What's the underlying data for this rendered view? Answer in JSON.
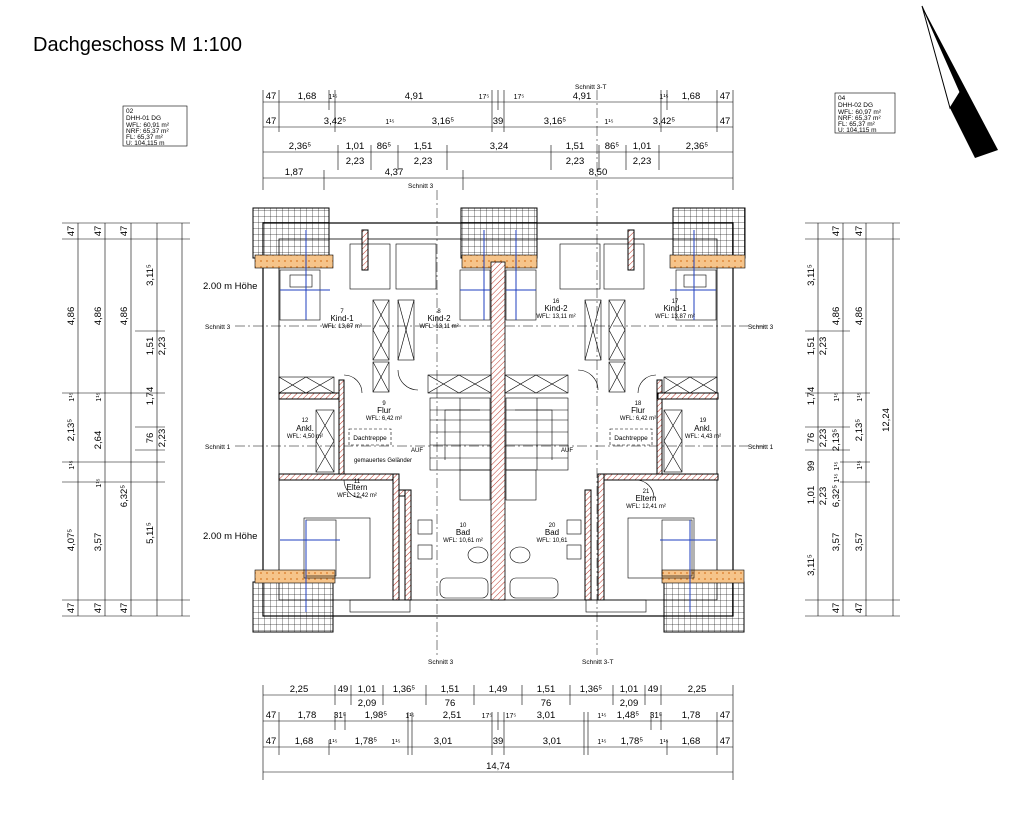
{
  "title": "Dachgeschoss M 1:100",
  "north": "N",
  "info_left": {
    "num": "02",
    "name": "DHH-01  DG",
    "wfl": "WFL: 60,91 m²",
    "nrf": "NRF: 65,37 m²",
    "fl": "FL: 65,37 m²",
    "u": "U: 104,115 m"
  },
  "info_right": {
    "num": "04",
    "name": "DHH-02  DG",
    "wfl": "WFL: 60,97 m²",
    "nrf": "NRF: 65,37 m²",
    "fl": "FL: 65,37 m²",
    "u": "U: 104,115 m"
  },
  "heights": {
    "upper": "2.00 m Höhe",
    "lower": "2.00 m Höhe"
  },
  "sections": {
    "top_right": "Schnitt 3-T",
    "top_left": "Schnitt 3",
    "left_upper": "Schnitt 3",
    "left_lower": "Schnitt 1",
    "right_upper": "Schnitt 3",
    "right_lower": "Schnitt 1",
    "bottom_left": "Schnitt 3",
    "bottom_right": "Schnitt 3-T"
  },
  "rooms": {
    "r7": {
      "num": "7",
      "name": "Kind-1",
      "area": "WFL: 13,87 m²"
    },
    "r8": {
      "num": "8",
      "name": "Kind-2",
      "area": "WFL: 13,11 m²"
    },
    "r16": {
      "num": "16",
      "name": "Kind-2",
      "area": "WFL: 13,11 m²"
    },
    "r17": {
      "num": "17",
      "name": "Kind-1",
      "area": "WFL: 13,87 m²"
    },
    "r9": {
      "num": "9",
      "name": "Flur",
      "area": "WFL: 6,42 m²"
    },
    "r18": {
      "num": "18",
      "name": "Flur",
      "area": "WFL: 6,42 m²"
    },
    "r12": {
      "num": "12",
      "name": "Ankl.",
      "area": "WFL: 4,50 m²"
    },
    "r19": {
      "num": "19",
      "name": "Ankl.",
      "area": "WFL: 4,43 m²"
    },
    "r11": {
      "num": "11",
      "name": "Eltern",
      "area": "WFL: 12,42 m²"
    },
    "r21": {
      "num": "21",
      "name": "Eltern",
      "area": "WFL: 12,41 m²"
    },
    "r10": {
      "num": "10",
      "name": "Bad",
      "area": "WFL: 10,61 m²"
    },
    "r20": {
      "num": "20",
      "name": "Bad",
      "area": "WFL: 10,61"
    }
  },
  "notes": {
    "dachtreppe_l": "Dachtreppe",
    "dachtreppe_r": "Dachtreppe",
    "gelaender": "gemauertes Geländer",
    "auf_l": "AUF",
    "auf_r": "AUF"
  },
  "dims_top": {
    "row1": [
      "47",
      "1,68",
      "1¹⁵",
      "4,91",
      "17⁵",
      "17⁵",
      "4,91",
      "1¹⁵",
      "1,68",
      "47"
    ],
    "row2": [
      "47",
      "3,42⁵",
      "1¹⁵",
      "3,16⁵",
      "39",
      "3,16⁵",
      "1¹⁵",
      "3,42⁵",
      "47"
    ],
    "row3a": [
      "2,36⁵",
      "1,01",
      "86⁵",
      "1,51",
      "3,24",
      "1,51",
      "86⁵",
      "1,01",
      "2,36⁵"
    ],
    "row3b": [
      "2,23",
      "2,23",
      "2,23",
      "2,23"
    ],
    "row4": [
      "1,87",
      "4,37",
      "8,50"
    ]
  },
  "dims_bottom": {
    "row1a": [
      "2,25",
      "49",
      "1,01",
      "1,36⁵",
      "1,51",
      "1,49",
      "1,51",
      "1,36⁵",
      "1,01",
      "49",
      "2,25"
    ],
    "row1b": [
      "2,09",
      "76",
      "76",
      "2,09"
    ],
    "row2": [
      "47",
      "1,78",
      "31⁵",
      "1,98⁵",
      "1¹⁵",
      "2,51",
      "17⁵",
      "17⁵",
      "3,01",
      "1¹⁵",
      "1,48⁵",
      "31⁵",
      "1,78",
      "47"
    ],
    "row3": [
      "47",
      "1,68",
      "1¹⁵",
      "1,78⁵",
      "1¹⁵",
      "3,01",
      "39",
      "3,01",
      "1¹⁵",
      "1,78⁵",
      "1¹⁵",
      "1,68",
      "47"
    ],
    "total": "14,74"
  },
  "dims_left": {
    "c1": [
      "47",
      "4,86",
      "1¹⁵",
      "2,13⁵",
      "1¹⁵",
      "4,07⁵",
      "47"
    ],
    "c2": [
      "47",
      "4,86",
      "1¹⁵",
      "2,64",
      "1¹⁵",
      "3,57",
      "47"
    ],
    "c3": [
      "47",
      "4,86",
      "6,32⁵",
      "47"
    ],
    "c4": [
      "3,11⁵",
      "1,51",
      "1,74",
      "76",
      "5,11⁵"
    ],
    "c5": [
      "2,23",
      "2,23"
    ]
  },
  "dims_right": {
    "c1": [
      "3,11⁵",
      "1,51",
      "1,74",
      "76",
      "99",
      "1,01",
      "3,11⁵"
    ],
    "c2": [
      "2,23",
      "2,23",
      "2,23"
    ],
    "c3": [
      "47",
      "4,86",
      "1¹⁵",
      "2,13⁵",
      "1¹⁵",
      "1¹⁵",
      "6,32⁵",
      "3,57",
      "47"
    ],
    "c4": [
      "47",
      "4,86",
      "1¹⁵",
      "2,13⁵",
      "1¹⁵",
      "3,57",
      "47"
    ],
    "total": "12,24"
  }
}
